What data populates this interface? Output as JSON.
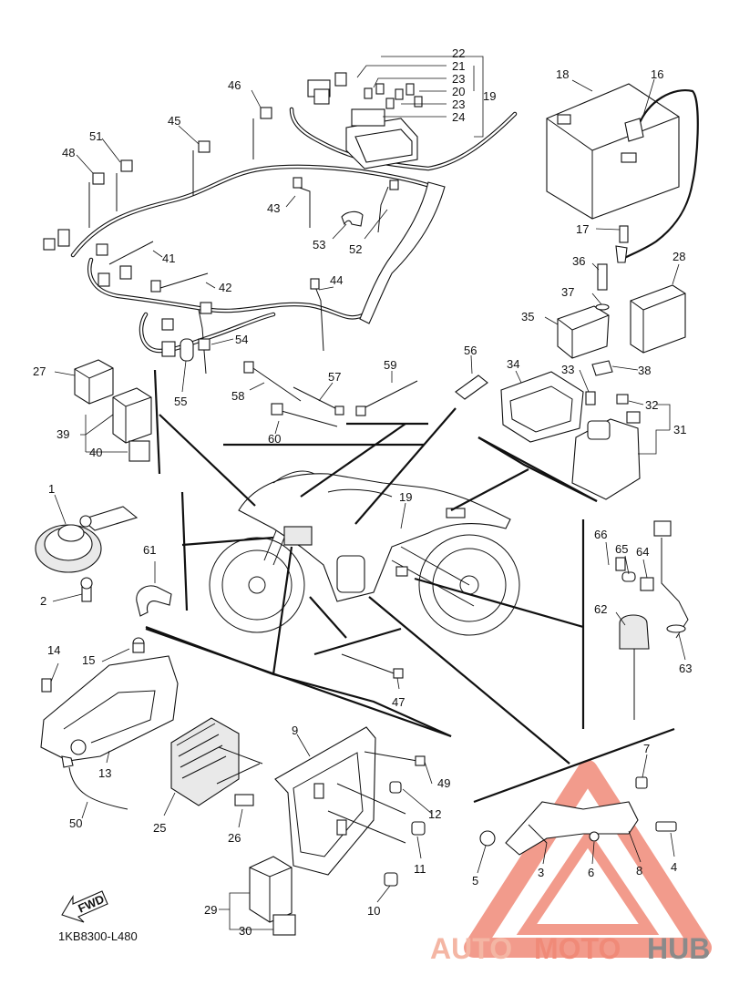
{
  "diagram_code": "1KB8300-L480",
  "fwd_label": "FWD",
  "watermark": {
    "auto": "AUTO",
    "moto": "MOTO",
    "hub": "HUB",
    "color_light": "#f4b6a4",
    "color_dark": "#8a8a8a",
    "color_triangle": "#f08a78"
  },
  "callouts": {
    "c1": "1",
    "c2": "2",
    "c3": "3",
    "c4": "4",
    "c5": "5",
    "c6": "6",
    "c7": "7",
    "c8": "8",
    "c9": "9",
    "c10": "10",
    "c11": "11",
    "c12": "12",
    "c13": "13",
    "c14": "14",
    "c15": "15",
    "c16": "16",
    "c17": "17",
    "c18": "18",
    "c19": "19",
    "c19b": "19",
    "c20": "20",
    "c21": "21",
    "c22": "22",
    "c23a": "23",
    "c23b": "23",
    "c24": "24",
    "c25": "25",
    "c26": "26",
    "c27": "27",
    "c28": "28",
    "c29": "29",
    "c30": "30",
    "c31": "31",
    "c32": "32",
    "c33": "33",
    "c34": "34",
    "c35": "35",
    "c36": "36",
    "c37": "37",
    "c38": "38",
    "c39": "39",
    "c40": "40",
    "c41": "41",
    "c42": "42",
    "c43": "43",
    "c44": "44",
    "c45": "45",
    "c46": "46",
    "c47": "47",
    "c48": "48",
    "c49": "49",
    "c50": "50",
    "c51": "51",
    "c52": "52",
    "c53": "53",
    "c54": "54",
    "c55": "55",
    "c56": "56",
    "c57": "57",
    "c58": "58",
    "c59": "59",
    "c60": "60",
    "c61": "61",
    "c62": "62",
    "c63": "63",
    "c64": "64",
    "c65": "65",
    "c66": "66"
  }
}
